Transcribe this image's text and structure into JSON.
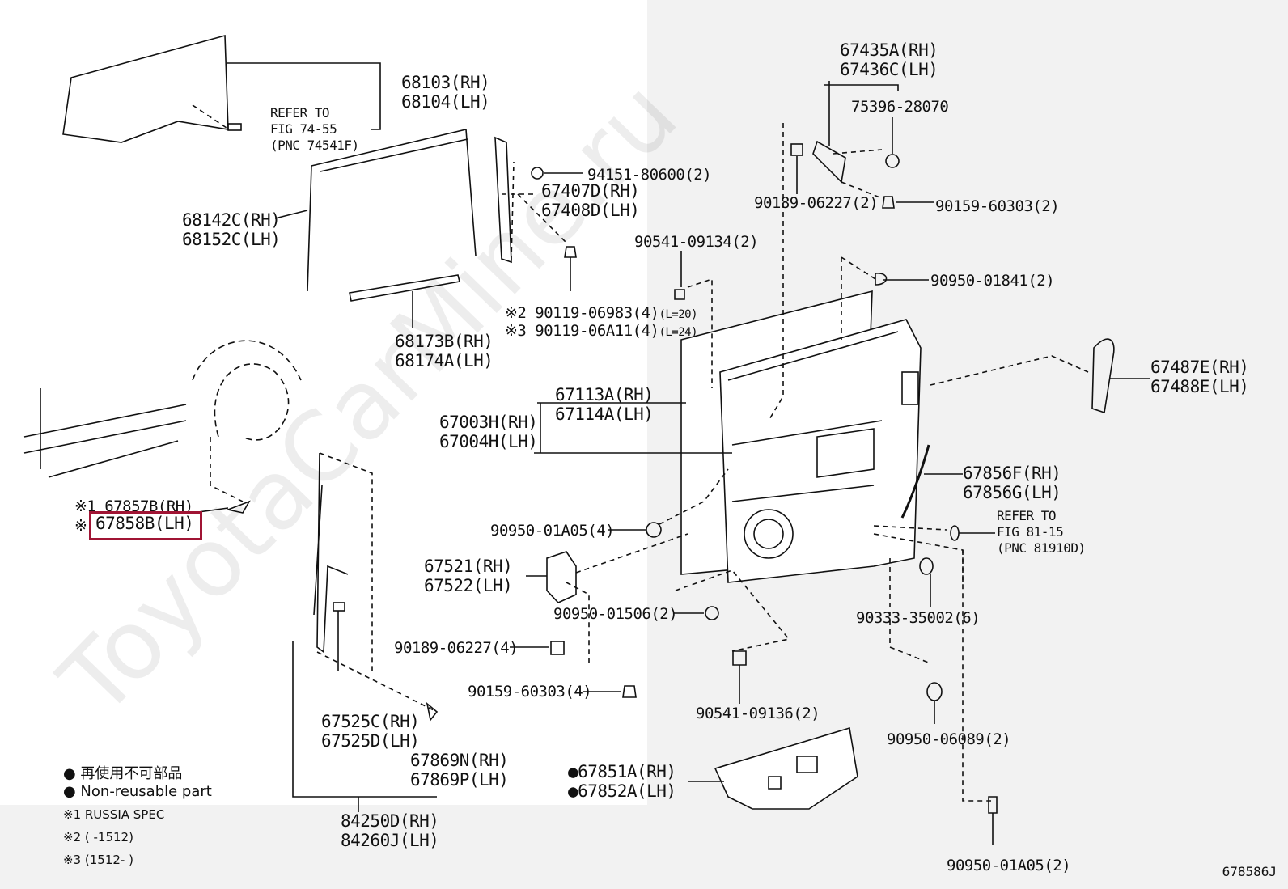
{
  "watermark": "ToyotaCarMine.ru",
  "drawing_code": "678586J",
  "labels": {
    "p68103": [
      "68103(RH)",
      "68104(LH)"
    ],
    "refer_74": [
      "REFER TO",
      "FIG 74-55",
      "(PNC 74541F)"
    ],
    "p94151": "94151-80600(2)",
    "p67407": [
      "67407D(RH)",
      "67408D(LH)"
    ],
    "p68142": [
      "68142C(RH)",
      "68152C(LH)"
    ],
    "p90119_a": "※2 90119-06983(4)",
    "p90119_a_note": "(L=20)",
    "p90119_b": "※3 90119-06A11(4)",
    "p90119_b_note": "(L=24)",
    "p68173": [
      "68173B(RH)",
      "68174A(LH)"
    ],
    "p67113": [
      "67113A(RH)",
      "67114A(LH)"
    ],
    "p67003": [
      "67003H(RH)",
      "67004H(LH)"
    ],
    "p67857": [
      "※1 67857B(RH)",
      "※ "
    ],
    "p67858": "67858B(LH)",
    "p90950_a05_top": "90950-01A05(4)",
    "p67521": [
      "67521(RH)",
      "67522(LH)"
    ],
    "p90950_506": "90950-01506(2)",
    "p90189_4": "90189-06227(4)",
    "p90159_4": "90159-60303(4)",
    "p67525": [
      "67525C(RH)",
      "67525D(LH)"
    ],
    "p67869": [
      "67869N(RH)",
      "67869P(LH)"
    ],
    "p84250": [
      "84250D(RH)",
      "84260J(LH)"
    ],
    "p67435": [
      "67435A(RH)",
      "67436C(LH)"
    ],
    "p75396": "75396-28070",
    "p90189_2": "90189-06227(2)",
    "p90159_2": "90159-60303(2)",
    "p90541_134": "90541-09134(2)",
    "p90950_841": "90950-01841(2)",
    "p67487": [
      "67487E(RH)",
      "67488E(LH)"
    ],
    "p67856": [
      "67856F(RH)",
      "67856G(LH)"
    ],
    "refer_81": [
      "REFER TO",
      "FIG 81-15",
      "(PNC 81910D)"
    ],
    "p90333": "90333-35002(6)",
    "p90541_136": "90541-09136(2)",
    "p90950_089": "90950-06089(2)",
    "p67851": [
      "●67851A(RH)",
      "●67852A(LH)"
    ],
    "p90950_a05_bot": "90950-01A05(2)"
  },
  "legend": {
    "jp": "● 再使用不可部品",
    "en": "● Non-reusable part",
    "note1": "※1 RUSSIA SPEC",
    "note2": "※2 (     -1512)",
    "note3": "※3 (1512-     )"
  }
}
